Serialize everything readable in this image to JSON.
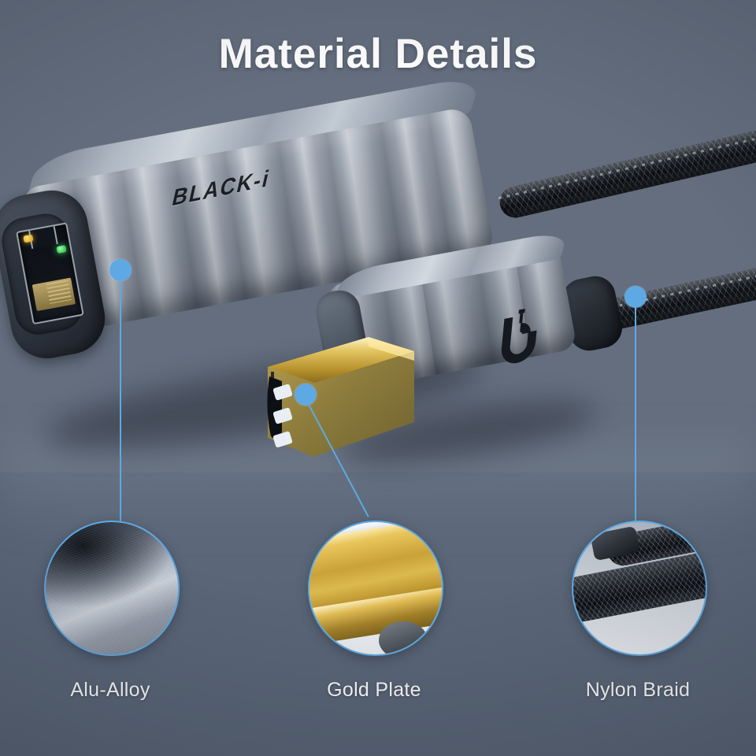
{
  "page": {
    "title": "Material Details",
    "background_color": "#646E7E",
    "accent_color": "#5EA9E3",
    "title_color": "#FFFFFF"
  },
  "product": {
    "brand_text": "BLACK-i",
    "logo_icon": "b-cable-logo",
    "port_icon": "rj45-ethernet-port",
    "led_amber_color": "#D09A10",
    "led_green_color": "#17A830",
    "housing_material": "aluminium",
    "connector_icon": "usb-c-connector"
  },
  "callouts": [
    {
      "id": "alu-alloy",
      "label": "Alu-Alloy",
      "zoom_icon": "brushed-aluminium-swatch"
    },
    {
      "id": "gold-plate",
      "label": "Gold Plate",
      "zoom_icon": "gold-plating-swatch"
    },
    {
      "id": "nylon-braid",
      "label": "Nylon Braid",
      "zoom_icon": "nylon-braid-swatch"
    }
  ]
}
